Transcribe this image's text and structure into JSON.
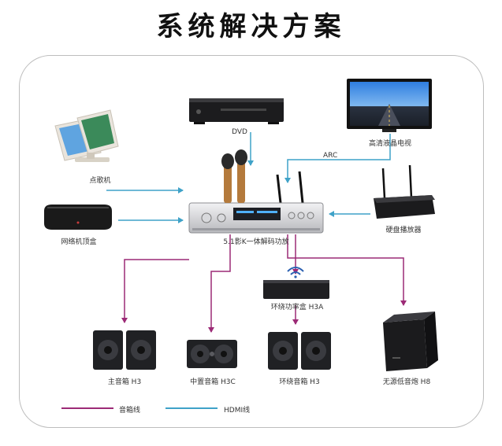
{
  "title": "系统解决方案",
  "devices": {
    "dvd": "DVD",
    "tv": "高清液晶电视",
    "jukebox": "点歌机",
    "settop": "网络机顶盒",
    "amplifier": "5.1影K一体解码功放",
    "hdd_player": "硬盘播放器",
    "surround_box": "环绕功率盒 H3A",
    "main_speakers": "主音箱 H3",
    "center_speaker": "中置音箱 H3C",
    "surround_speakers": "环绕音箱 H3",
    "subwoofer": "无源低音炮 H8"
  },
  "connections": {
    "arc": "ARC"
  },
  "legend": {
    "speaker_cable": "音箱线",
    "hdmi_cable": "HDMI线"
  },
  "colors": {
    "speaker_cable": "#9c2a76",
    "hdmi_cable": "#3fa2c8"
  }
}
